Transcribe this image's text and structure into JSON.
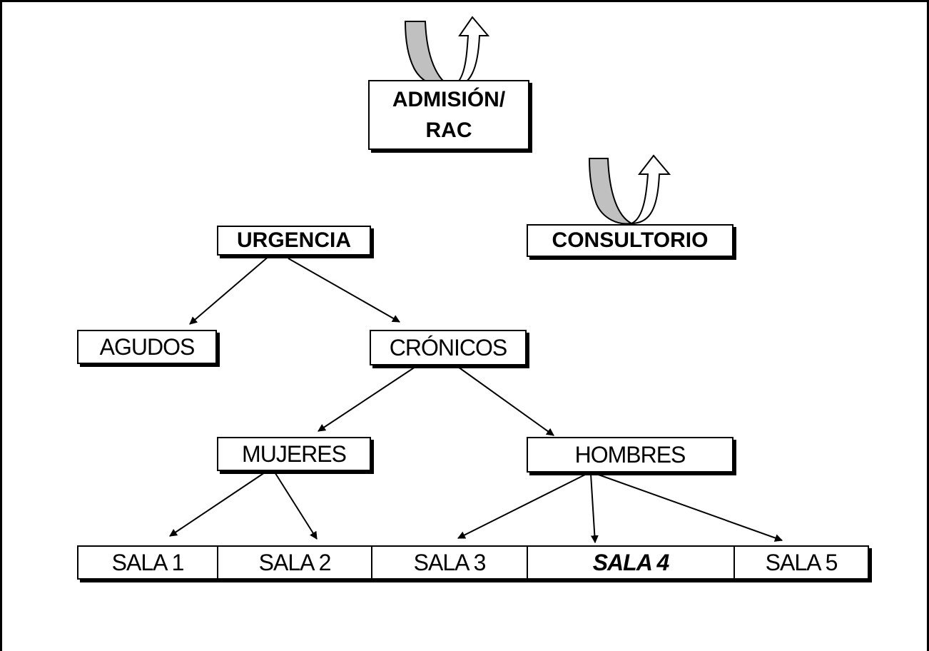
{
  "diagram": {
    "nodes": {
      "admision": "ADMISIÓN/\nRAC",
      "urgencia": "URGENCIA",
      "consultorio": "CONSULTORIO",
      "agudos": "AGUDOS",
      "cronicos": "CRÓNICOS",
      "mujeres": "MUJERES",
      "hombres": "HOMBRES",
      "sala1": "SALA 1",
      "sala2": "SALA 2",
      "sala3": "SALA 3",
      "sala4": "SALA 4",
      "sala5": "SALA 5"
    },
    "edges": [
      [
        "urgencia",
        "agudos"
      ],
      [
        "urgencia",
        "cronicos"
      ],
      [
        "cronicos",
        "mujeres"
      ],
      [
        "cronicos",
        "hombres"
      ],
      [
        "mujeres",
        "sala1"
      ],
      [
        "mujeres",
        "sala2"
      ],
      [
        "hombres",
        "sala3"
      ],
      [
        "hombres",
        "sala4"
      ],
      [
        "hombres",
        "sala5"
      ]
    ],
    "u_turn_arrows": [
      "admision",
      "consultorio"
    ],
    "colors": {
      "line": "#000000",
      "arrow_gray": "#c0c0c0",
      "arrow_white": "#ffffff"
    }
  }
}
